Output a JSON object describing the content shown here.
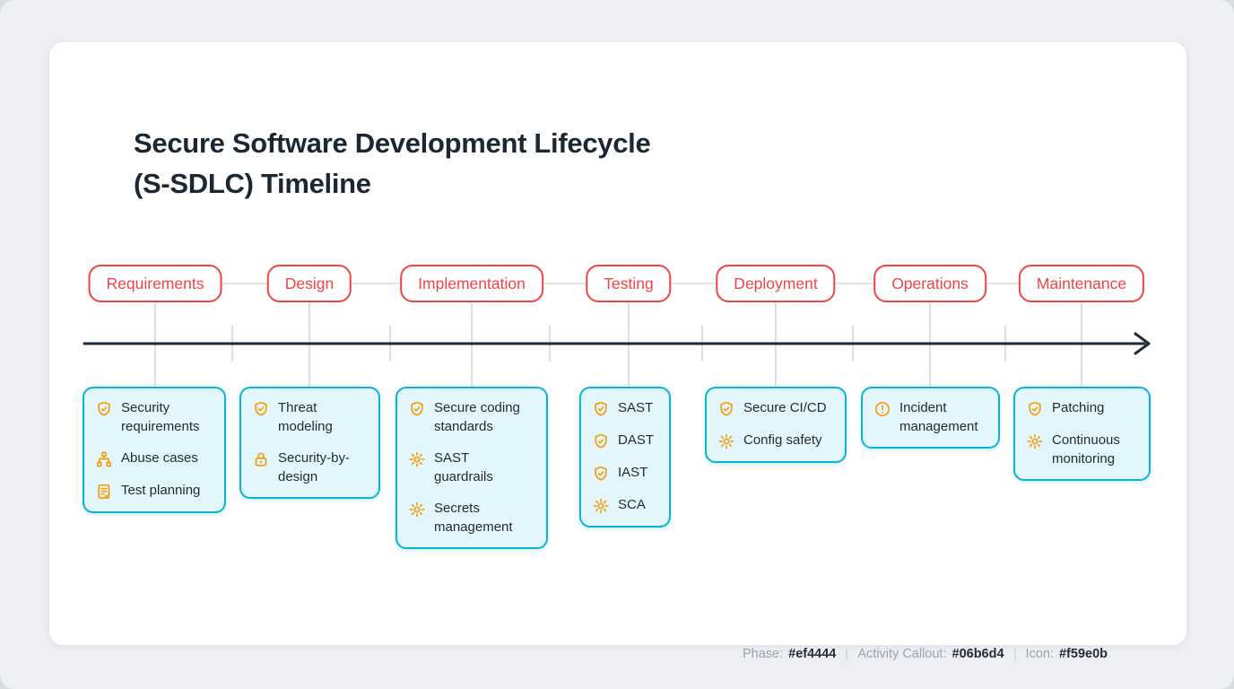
{
  "header": {
    "title_line1": "Secure Software Development Lifecycle",
    "title_line2": "(S-SDLC) Timeline"
  },
  "colors": {
    "phase": "#ef4444",
    "activity_callout": "#06b6d4",
    "icon": "#f59e0b"
  },
  "phases": [
    {
      "label": "Requirements",
      "activities": [
        {
          "icon": "shield-check-icon",
          "label": "Security requirements"
        },
        {
          "icon": "sitemap-icon",
          "label": "Abuse cases"
        },
        {
          "icon": "clipboard-check-icon",
          "label": "Test planning"
        }
      ]
    },
    {
      "label": "Design",
      "activities": [
        {
          "icon": "shield-check-icon",
          "label": "Threat modeling"
        },
        {
          "icon": "lock-icon",
          "label": "Security-by-design"
        }
      ]
    },
    {
      "label": "Implementation",
      "activities": [
        {
          "icon": "shield-check-icon",
          "label": "Secure coding standards"
        },
        {
          "icon": "gear-icon",
          "label": "SAST guardrails"
        },
        {
          "icon": "gear-icon",
          "label": "Secrets management"
        }
      ]
    },
    {
      "label": "Testing",
      "activities": [
        {
          "icon": "shield-check-icon",
          "label": "SAST"
        },
        {
          "icon": "shield-check-icon",
          "label": "DAST"
        },
        {
          "icon": "shield-check-icon",
          "label": "IAST"
        },
        {
          "icon": "gear-icon",
          "label": "SCA"
        }
      ]
    },
    {
      "label": "Deployment",
      "activities": [
        {
          "icon": "shield-check-icon",
          "label": "Secure CI/CD"
        },
        {
          "icon": "gear-icon",
          "label": "Config safety"
        }
      ]
    },
    {
      "label": "Operations",
      "activities": [
        {
          "icon": "alert-circle-icon",
          "label": "Incident management"
        }
      ]
    },
    {
      "label": "Maintenance",
      "activities": [
        {
          "icon": "shield-check-icon",
          "label": "Patching"
        },
        {
          "icon": "gear-icon",
          "label": "Continuous monitoring"
        }
      ]
    }
  ],
  "legend": {
    "items": [
      {
        "label": "Phase:",
        "value": "#ef4444"
      },
      {
        "label": "Activity Callout:",
        "value": "#06b6d4"
      },
      {
        "label": "Icon:",
        "value": "#f59e0b"
      }
    ]
  }
}
